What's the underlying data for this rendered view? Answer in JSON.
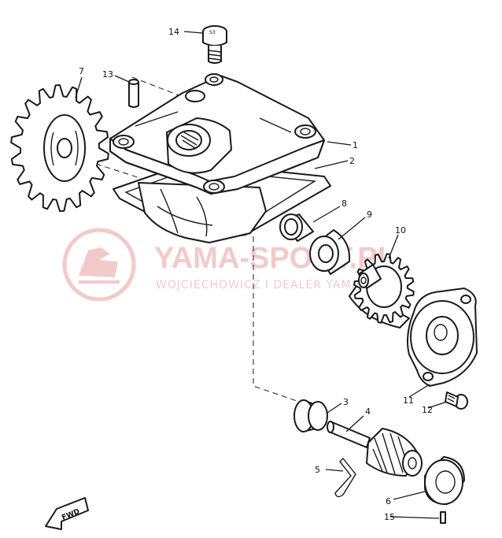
{
  "watermark": {
    "brand": "YAMA-SPORT.PL",
    "tagline": "WOJCIECHOWICZ I DEALER YAMAHA",
    "color": "#e9a0a0"
  },
  "fwd_label": "FWD",
  "callouts": [
    "1",
    "2",
    "3",
    "4",
    "5",
    "6",
    "7",
    "8",
    "9",
    "10",
    "11",
    "12",
    "13",
    "14",
    "15"
  ],
  "colors": {
    "line": "#1a1a1a",
    "background": "#ffffff"
  }
}
